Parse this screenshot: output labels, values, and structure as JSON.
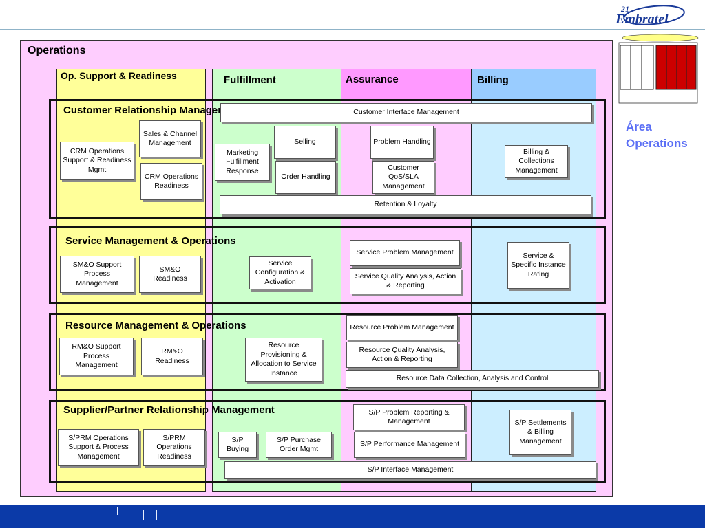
{
  "brand": {
    "logo_text": "Embratel",
    "logo_prefix": "21"
  },
  "operations_title": "Operations",
  "side_label": "Área\nOperations",
  "columns": {
    "op_support": "Op. Support & Readiness",
    "fulfillment": "Fulfillment",
    "assurance": "Assurance",
    "billing": "Billing"
  },
  "bands": {
    "crm": {
      "title": "Customer Relationship  Management",
      "customer_interface": "Customer Interface Management",
      "crm_ops_support": "CRM Operations Support & Readiness Mgmt",
      "sales_channel": "Sales & Channel Management",
      "crm_ops_readiness": "CRM Operations Readiness",
      "marketing": "Marketing Fulfillment Response",
      "selling": "Selling",
      "order_handling": "Order Handling",
      "problem_handling": "Problem Handling",
      "customer_qos": "Customer QoS/SLA Management",
      "billing_collections": "Billing & Collections Management",
      "retention": "Retention & Loyalty"
    },
    "smo": {
      "title": "Service Management & Operations",
      "support": "SM&O  Support Process Management",
      "readiness": "SM&O Readiness",
      "config": "Service Configuration & Activation",
      "problem": "Service Problem Management",
      "quality": "Service  Quality Analysis, Action & Reporting",
      "rating": "Service & Specific Instance Rating"
    },
    "rmo": {
      "title": "Resource Management & Operations",
      "support": "RM&O  Support Process Management",
      "readiness": "RM&O Readiness",
      "provisioning": "Resource Provisioning & Allocation to Service Instance",
      "problem": "Resource Problem Management",
      "quality": "Resource  Quality Analysis, Action & Reporting",
      "data_collection": "Resource Data Collection, Analysis and Control"
    },
    "sprm": {
      "title": "Supplier/Partner Relationship  Management",
      "ops_support": "S/PRM Operations Support & Process Management",
      "ops_readiness": "S/PRM Operations Readiness",
      "buying": "S/P Buying",
      "purchase_order": "S/P Purchase Order Mgmt",
      "problem_reporting": "S/P Problem Reporting & Management",
      "performance": "S/P Performance Management",
      "settlements": "S/P Settlements & Billing Management",
      "interface": "S/P Interface Management"
    }
  },
  "colors": {
    "ops_bg": "#fecdfe",
    "op_support": "#ffff99",
    "fulfillment": "#ccffcc",
    "assurance": "#ff99ff",
    "billing": "#99ccff",
    "side_label": "#5b6ff5",
    "footer": "#0b3aa8"
  }
}
